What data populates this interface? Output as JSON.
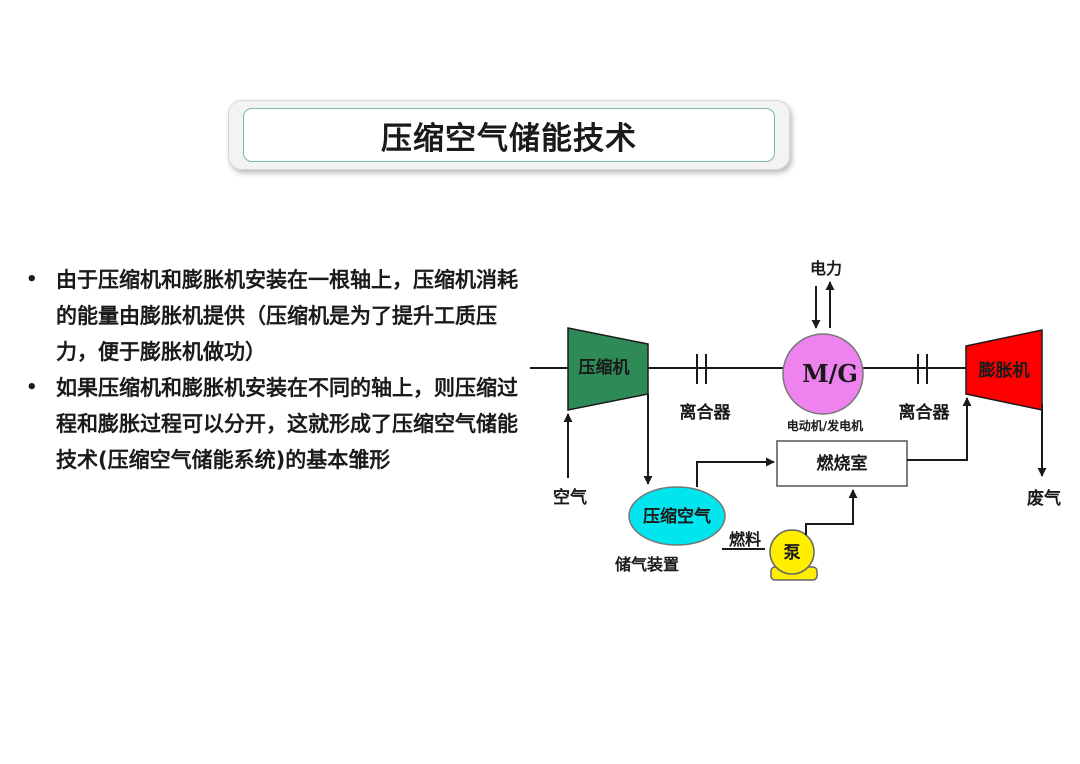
{
  "slide": {
    "title": "压缩空气储能技术"
  },
  "bullets": [
    {
      "marker": "•",
      "text": "由于压缩机和膨胀机安装在一根轴上，压缩机消耗的能量由膨胀机提供（压缩机是为了提升工质压力，便于膨胀机做功）"
    },
    {
      "marker": "•",
      "text": "如果压缩机和膨胀机安装在不同的轴上，则压缩过程和膨胀过程可以分开，这就形成了压缩空气储能技术(压缩空气储能系统)的基本雏形"
    }
  ],
  "diagram": {
    "power_label": "电力",
    "compressor_label": "压缩机",
    "mg_label": "M/G",
    "mg_caption": "电动机/发电机",
    "expander_label": "膨胀机",
    "clutch_left_label": "离合器",
    "clutch_right_label": "离合器",
    "combustor_label": "燃烧室",
    "storage_label": "压缩空气",
    "storage_caption": "储气装置",
    "air_label": "空气",
    "exhaust_label": "废气",
    "fuel_label": "燃料",
    "pump_label": "泵",
    "colors": {
      "compressor": "#2e8b57",
      "mg": "#ee82ee",
      "expander": "#ff0000",
      "storage": "#00e5ee",
      "pump": "#ffee00"
    }
  }
}
